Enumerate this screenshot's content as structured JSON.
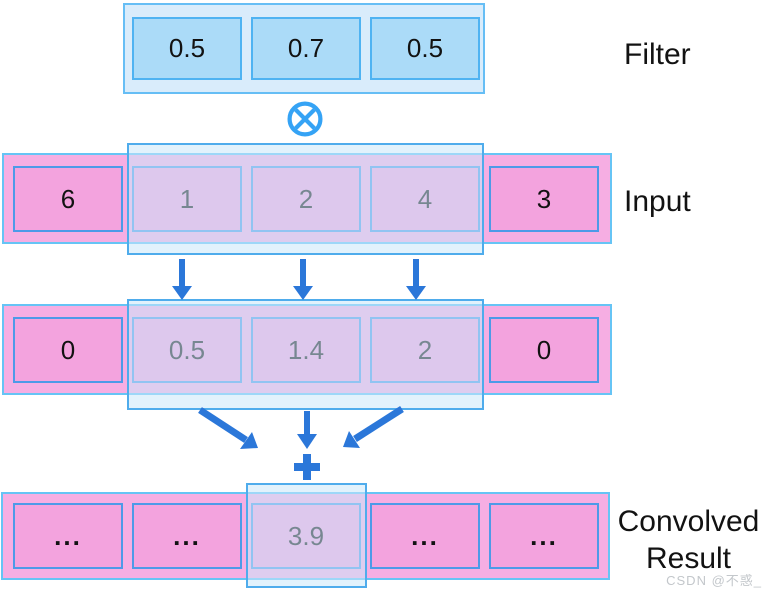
{
  "colors": {
    "arrow-blue": "#2B77D9",
    "otimes-blue": "#35A3F5",
    "filter-container-bg": "#D9ECFB",
    "filter-container-border": "#66BEF5",
    "filter-cell-bg": "#ABDBF8",
    "filter-cell-border": "#4FB3F2",
    "pink-container-bg": "#F6AEE3",
    "pink-container-border": "#66C4F5",
    "pink-cell-bg": "#F3A3DE",
    "pink-cell-border": "#4D9AE8",
    "overlay-bg": "rgba(203,232,250,0.55)",
    "overlay-border": "#4FACEC",
    "text-dark": "#121212",
    "text-muted": "#C3C7CB"
  },
  "filter": {
    "label": "Filter",
    "values": [
      "0.5",
      "0.7",
      "0.5"
    ]
  },
  "input": {
    "label": "Input",
    "values": [
      "6",
      "1",
      "2",
      "4",
      "3"
    ]
  },
  "products": {
    "values": [
      "0",
      "0.5",
      "1.4",
      "2",
      "0"
    ]
  },
  "result": {
    "label_line1": "Convolved",
    "label_line2": "Result",
    "values": [
      "...",
      "...",
      "3.9",
      "...",
      "..."
    ]
  },
  "operators": {
    "multiply": "⊗",
    "add": "+"
  },
  "watermark": "CSDN @不惑_"
}
